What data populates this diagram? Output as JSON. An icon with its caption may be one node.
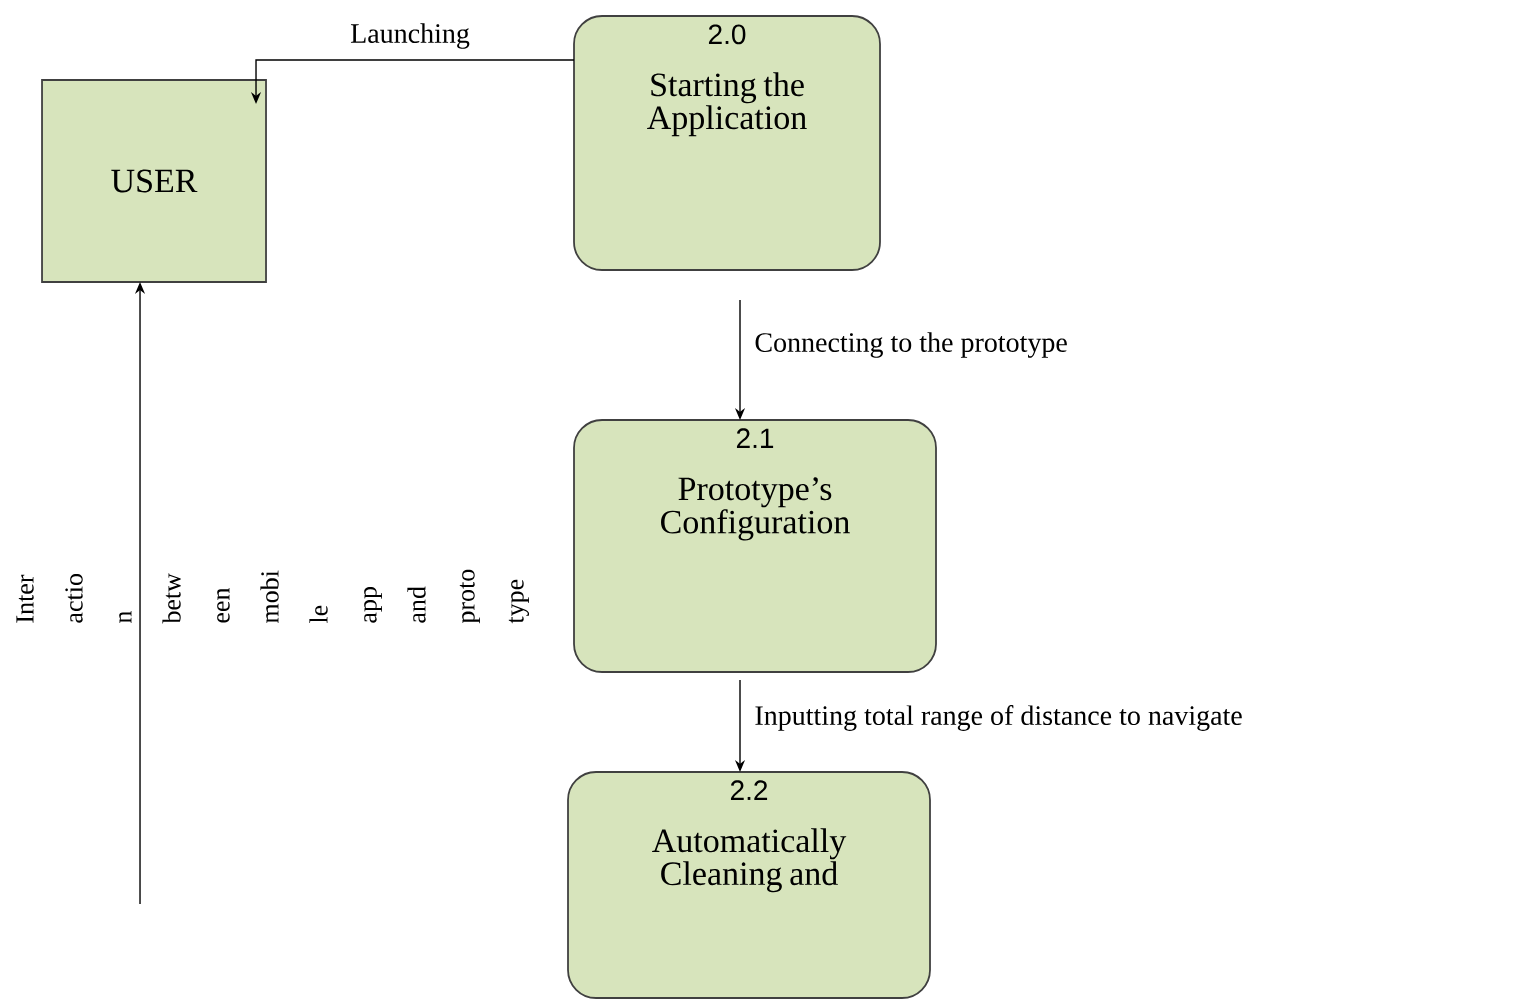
{
  "diagram": {
    "nodes": [
      {
        "text": [
          "USER"
        ]
      },
      {
        "text": [
          "2.0",
          "Starting the Application"
        ]
      },
      {
        "text": [
          "2.1",
          "Prototype’s Configuration"
        ]
      },
      {
        "text": [
          "2.2",
          "Automatically Cleaning and"
        ]
      }
    ],
    "edges": [
      {
        "from": 1,
        "to": 0,
        "arrow": "to",
        "label": "Launching"
      },
      {
        "from": 1,
        "to": 2,
        "arrow": "to",
        "label": "Connecting to the prototype"
      },
      {
        "from": 2,
        "to": 3,
        "arrow": "to",
        "label": "Inputting total range of distance to navigate"
      },
      {
        "from": null,
        "to": 0,
        "arrow": "to",
        "label": "Inter actio n betw een mobi le app and proto type"
      }
    ]
  }
}
